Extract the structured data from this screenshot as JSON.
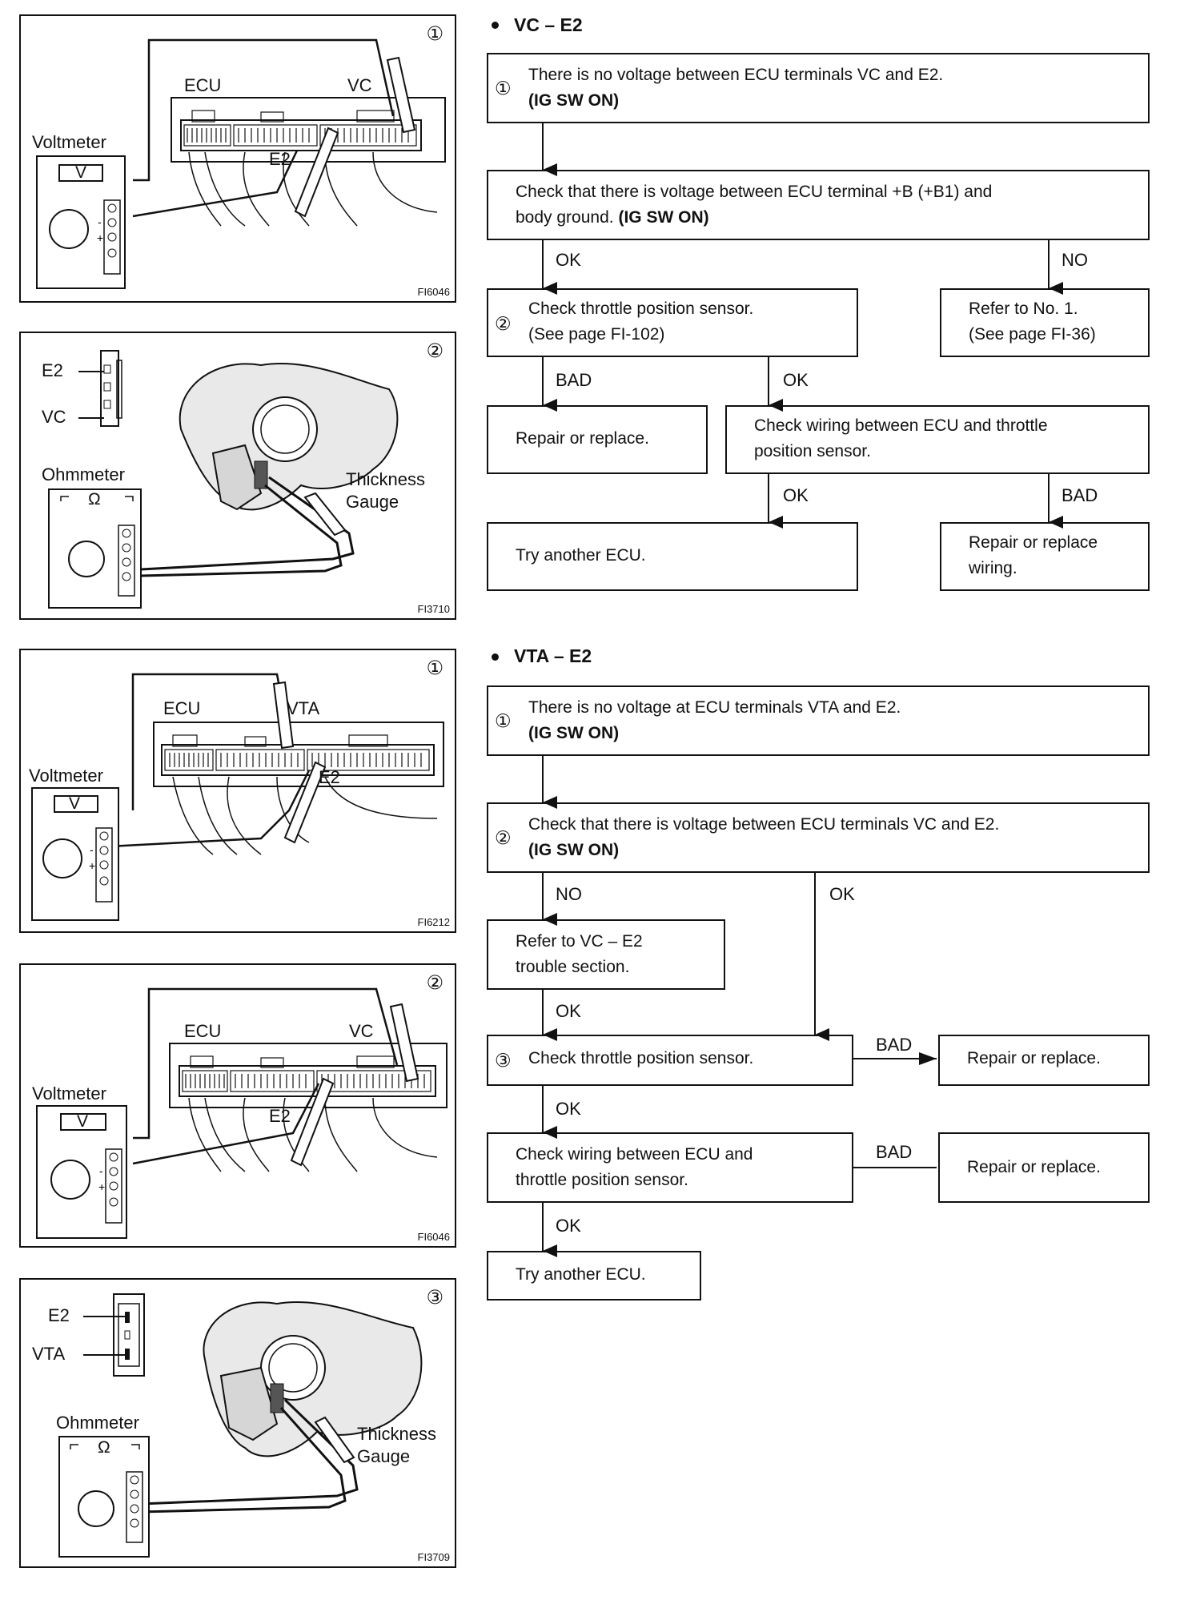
{
  "figures": [
    {
      "num": "①",
      "code": "FI6046",
      "labels": {
        "ecu": "ECU",
        "vc": "VC",
        "e2": "E2",
        "meter": "Voltmeter",
        "unit": "V"
      }
    },
    {
      "num": "②",
      "code": "FI3710",
      "labels": {
        "e2": "E2",
        "vc": "VC",
        "meter": "Ohmmeter",
        "unit": "Ω",
        "gauge1": "Thickness",
        "gauge2": "Gauge"
      }
    },
    {
      "num": "①",
      "code": "FI6212",
      "labels": {
        "ecu": "ECU",
        "vta": "VTA",
        "e2": "E2",
        "meter": "Voltmeter",
        "unit": "V"
      }
    },
    {
      "num": "②",
      "code": "FI6046",
      "labels": {
        "ecu": "ECU",
        "vc": "VC",
        "e2": "E2",
        "meter": "Voltmeter",
        "unit": "V"
      }
    },
    {
      "num": "③",
      "code": "FI3709",
      "labels": {
        "e2": "E2",
        "vta": "VTA",
        "meter": "Ohmmeter",
        "unit": "Ω",
        "gauge1": "Thickness",
        "gauge2": "Gauge"
      }
    }
  ],
  "section1": {
    "title": "VC – E2",
    "box1": {
      "num": "①",
      "line1": "There is no voltage between ECU terminals VC and E2.",
      "line2": "(IG SW ON)"
    },
    "box2": {
      "line1": "Check that there is voltage between ECU terminal +B (+B1) and",
      "line2a": "body ground.",
      "line2b": "(IG SW ON)"
    },
    "ok1": "OK",
    "no1": "NO",
    "box3": {
      "num": "②",
      "line1": "Check throttle position sensor.",
      "line2": "(See page FI-102)"
    },
    "box4": {
      "line1": "Refer to No. 1.",
      "line2": "(See page FI-36)"
    },
    "bad1": "BAD",
    "ok2": "OK",
    "box5": {
      "line1": "Repair or replace."
    },
    "box6": {
      "line1": "Check wiring between ECU and throttle",
      "line2": "position sensor."
    },
    "ok3": "OK",
    "bad2": "BAD",
    "box7": {
      "line1": "Try another ECU."
    },
    "box8": {
      "line1": "Repair or replace",
      "line2": "wiring."
    }
  },
  "section2": {
    "title": "VTA – E2",
    "box1": {
      "num": "①",
      "line1": "There is no voltage at ECU terminals VTA and E2.",
      "line2": "(IG  SW  ON)"
    },
    "box2": {
      "num": "②",
      "line1": "Check that there is voltage between ECU terminals VC and E2.",
      "line2": "(IG  SW  ON)"
    },
    "no1": "NO",
    "ok1": "OK",
    "box3": {
      "line1": "Refer to VC – E2",
      "line2": "trouble section."
    },
    "ok2": "OK",
    "box4": {
      "num": "③",
      "line1": "Check throttle position sensor."
    },
    "bad1": "BAD",
    "box5": {
      "line1": "Repair or replace."
    },
    "ok3": "OK",
    "box6": {
      "line1": "Check wiring between ECU and",
      "line2": "throttle position sensor."
    },
    "bad2": "BAD",
    "box7": {
      "line1": "Repair or replace."
    },
    "ok4": "OK",
    "box8": {
      "line1": "Try another ECU."
    }
  }
}
